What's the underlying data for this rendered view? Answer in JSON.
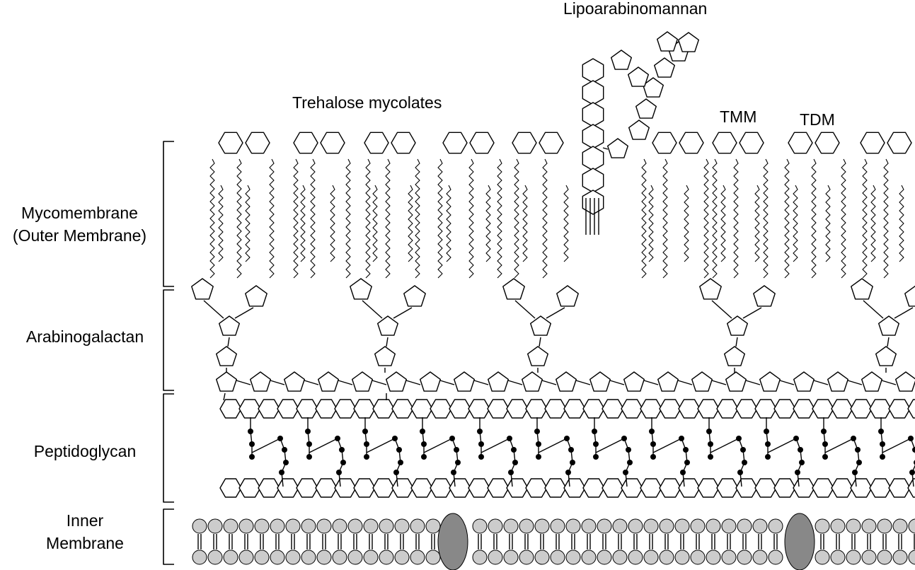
{
  "layers": {
    "mycomembrane": {
      "line1": "Mycomembrane",
      "line2": "(Outer Membrane)"
    },
    "arabinogalactan": {
      "label": "Arabinogalactan"
    },
    "peptidoglycan": {
      "label": "Peptidoglycan"
    },
    "inner_membrane": {
      "line1": "Inner",
      "line2": "Membrane"
    }
  },
  "callouts": {
    "lipoarabinomannan": "Lipoarabinomannan",
    "trehalose_mycolates": "Trehalose mycolates",
    "tmm": "TMM",
    "tdm": "TDM"
  },
  "colors": {
    "ink": "#000000",
    "lipid_head": "#cccccc",
    "protein": "#888888",
    "background": "#ffffff"
  }
}
